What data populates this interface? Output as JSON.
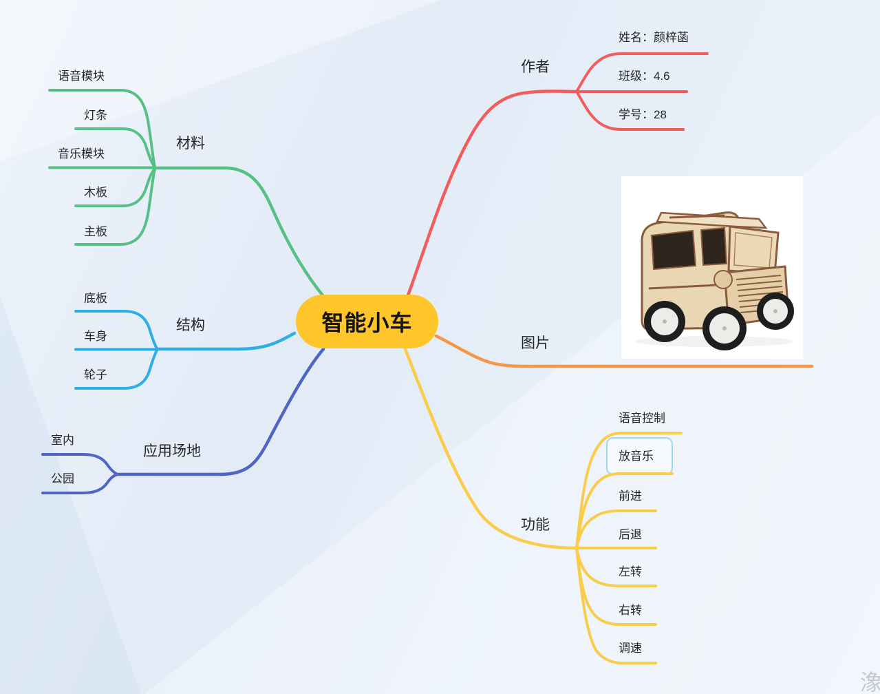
{
  "watermark": "潒",
  "colors": {
    "canvas_base": "#E6EEF8",
    "root_fill": "#FFC62B",
    "root_text": "#141414",
    "label_text": "#262626",
    "highlight_border": "#9ED7F0"
  },
  "root": {
    "label": "智能小车"
  },
  "branches": [
    {
      "id": "material",
      "label": "材料",
      "color": "#57C185",
      "children": [
        "语音模块",
        "灯条",
        "音乐模块",
        "木板",
        "主板"
      ]
    },
    {
      "id": "structure",
      "label": "结构",
      "color": "#2FAEE3",
      "children": [
        "底板",
        "车身",
        "轮子"
      ]
    },
    {
      "id": "venue",
      "label": "应用场地",
      "color": "#4E66C2",
      "children": [
        "室内",
        "公园"
      ]
    },
    {
      "id": "author",
      "label": "作者",
      "color": "#F25C5C",
      "children": [
        "姓名：颜梓菡",
        "班级：4.6",
        "学号：28"
      ]
    },
    {
      "id": "picture",
      "label": "图片",
      "color": "#F59749",
      "children": [],
      "image": {
        "type": "photo",
        "description": "木质智能小车模型"
      }
    },
    {
      "id": "function",
      "label": "功能",
      "color": "#FACC4B",
      "children": [
        "语音控制",
        "放音乐",
        "前进",
        "后退",
        "左转",
        "右转",
        "调速"
      ],
      "selected_child": "放音乐"
    }
  ]
}
